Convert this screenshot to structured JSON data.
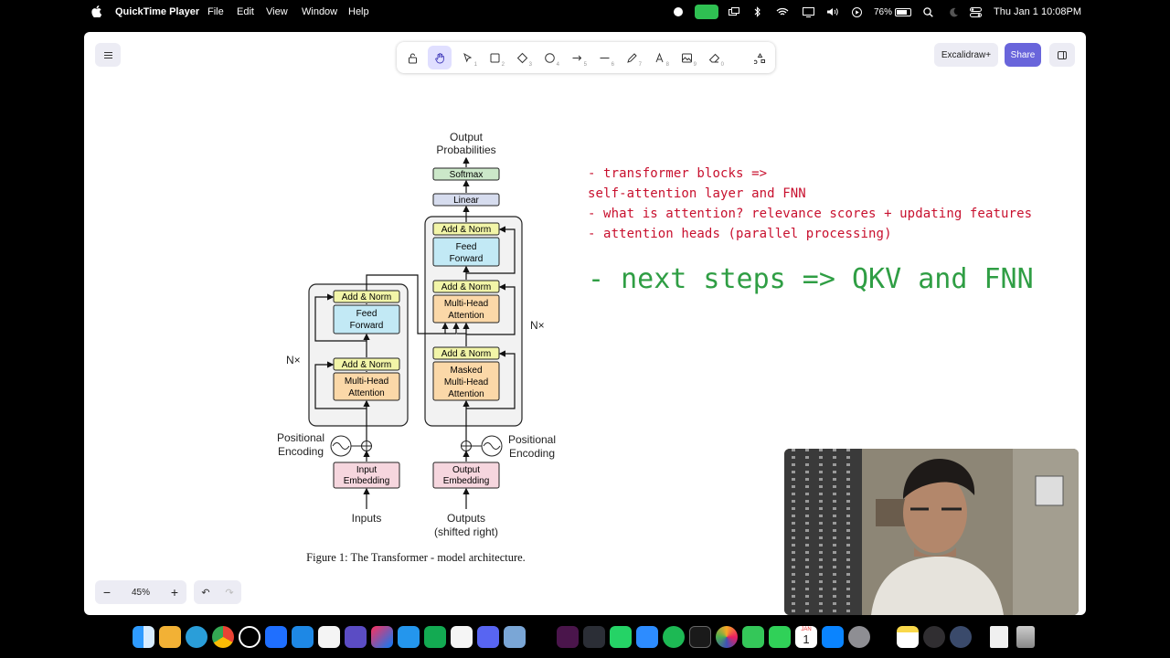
{
  "menubar": {
    "app_name": "QuickTime Player",
    "menus": [
      "File",
      "Edit",
      "View",
      "Window",
      "Help"
    ],
    "battery": "76%",
    "datetime": "Thu Jan 1  10:08PM"
  },
  "excalidraw": {
    "plus_label": "Excalidraw+",
    "share_label": "Share",
    "zoom": "45%",
    "tools": [
      {
        "name": "lock",
        "key": ""
      },
      {
        "name": "hand",
        "key": ""
      },
      {
        "name": "selection",
        "key": "1"
      },
      {
        "name": "rectangle",
        "key": "2"
      },
      {
        "name": "diamond",
        "key": "3"
      },
      {
        "name": "ellipse",
        "key": "4"
      },
      {
        "name": "arrow",
        "key": "5"
      },
      {
        "name": "line",
        "key": "6"
      },
      {
        "name": "draw",
        "key": "7"
      },
      {
        "name": "text",
        "key": "8"
      },
      {
        "name": "image",
        "key": "9"
      },
      {
        "name": "eraser",
        "key": "0"
      },
      {
        "name": "extra-tools",
        "key": ""
      }
    ]
  },
  "diagram": {
    "output_probabilities": [
      "Output",
      "Probabilities"
    ],
    "softmax": "Softmax",
    "linear": "Linear",
    "add_norm": "Add & Norm",
    "feed_forward": [
      "Feed",
      "Forward"
    ],
    "multi_head": [
      "Multi-Head",
      "Attention"
    ],
    "masked_multi_head": [
      "Masked",
      "Multi-Head",
      "Attention"
    ],
    "nx": "N×",
    "positional_encoding": [
      "Positional",
      "Encoding"
    ],
    "input_embedding": [
      "Input",
      "Embedding"
    ],
    "output_embedding": [
      "Output",
      "Embedding"
    ],
    "inputs": "Inputs",
    "outputs": [
      "Outputs",
      "(shifted right)"
    ],
    "caption": "Figure 1: The Transformer - model architecture."
  },
  "notes": {
    "lines": [
      "- transformer blocks =>",
      "self-attention layer and FNN",
      "- what is attention? relevance scores + updating features",
      "- attention heads (parallel processing)"
    ],
    "big": "- next steps => QKV and FNN",
    "red": "#c8102e",
    "green": "#2f9e44"
  },
  "colors": {
    "accent": "#6965db",
    "tool_active": "#e0dfff"
  },
  "dock": [
    "finder-icon",
    "launchpad-icon",
    "telegram-icon",
    "chrome-icon",
    "chatgpt-icon",
    "arc-icon",
    "vscode-icon",
    "ollama-icon",
    "proton-icon",
    "intellij-icon",
    "docker-icon",
    "mongodb-icon",
    "notion-icon",
    "discord-icon",
    "tableplus-icon",
    "zotero-icon",
    "slack-icon",
    "davinci-icon",
    "whatsapp-icon",
    "zoom-icon",
    "spotify-icon",
    "terminal-icon",
    "photos-icon",
    "messages-icon",
    "facetime-icon",
    "calendar-icon",
    "appstore-icon",
    "settings-icon",
    "notes-icon",
    "obs-icon",
    "quicktime-icon",
    "document-icon",
    "trash-icon"
  ],
  "calendar_day": "1",
  "calendar_month": "JAN"
}
